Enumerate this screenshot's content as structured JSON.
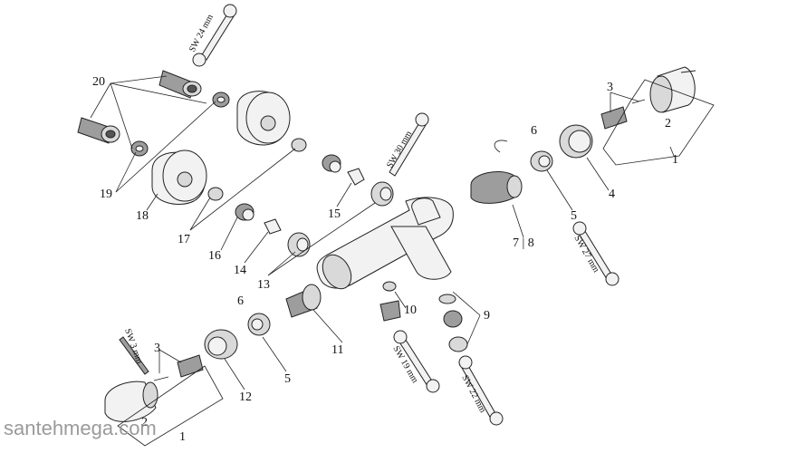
{
  "labels": {
    "n1_right": "1",
    "n2_right": "2",
    "n3_right": "3",
    "n4": "4",
    "n5_right": "5",
    "n6_right": "6",
    "n78": "7 | 8",
    "n9": "9",
    "n10": "10",
    "n11": "11",
    "n12": "12",
    "n13": "13",
    "n14": "14",
    "n15": "15",
    "n16": "16",
    "n17": "17",
    "n18": "18",
    "n19": "19",
    "n20": "20",
    "n1_left": "1",
    "n2_left": "2",
    "n3_left": "3",
    "n5_left": "5",
    "n6_left": "6"
  },
  "wrenches": {
    "sw24": "SW 24 mm",
    "sw30": "SW 30 mm",
    "sw27": "SW 27 mm",
    "sw19": "SW 19 mm",
    "sw22": "SW 22 mm",
    "sw3": "SW 3 mm"
  },
  "watermark": "santehmega.com"
}
